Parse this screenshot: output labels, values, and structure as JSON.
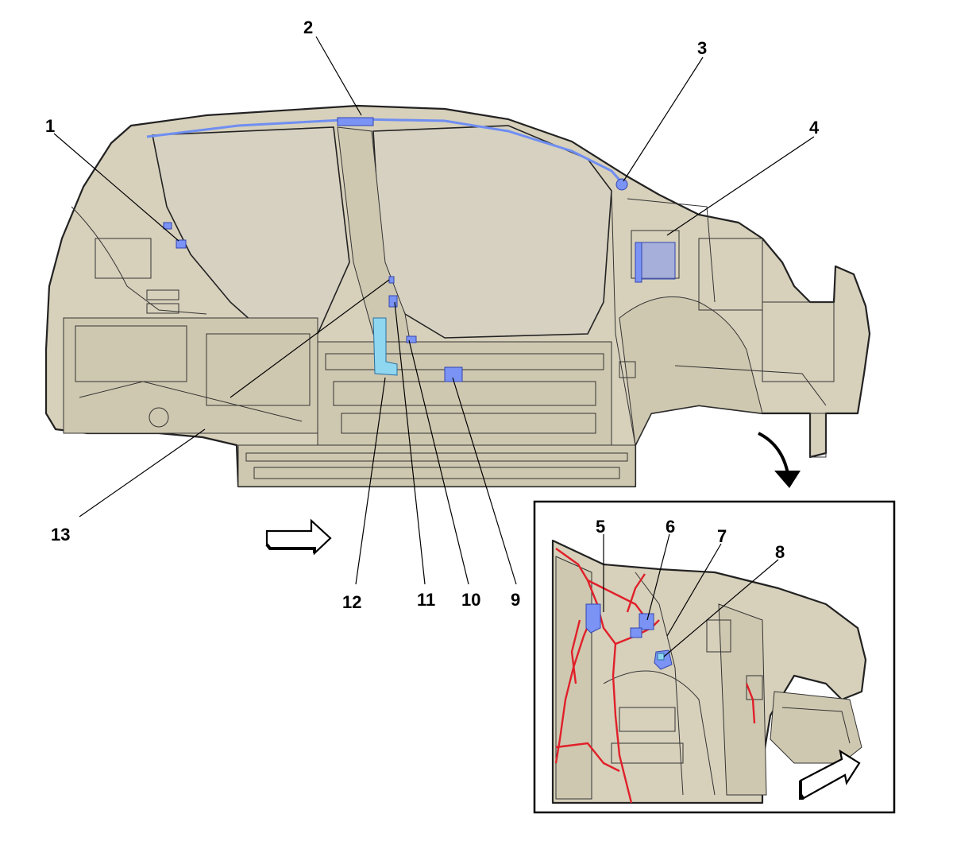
{
  "callouts": {
    "c1": "1",
    "c2": "2",
    "c3": "3",
    "c4": "4",
    "c5": "5",
    "c6": "6",
    "c7": "7",
    "c8": "8",
    "c9": "9",
    "c10": "10",
    "c11": "11",
    "c12": "12",
    "c13": "13"
  },
  "colors": {
    "body": "#d7d0bb",
    "window": "#d6d1c1",
    "harness_blue": "#6f8ef2",
    "connector_cyan": "#8fd6f0",
    "harness_red": "#e0202a"
  },
  "icons": [
    "arrow-forward-icon",
    "curved-arrow-down-icon"
  ]
}
